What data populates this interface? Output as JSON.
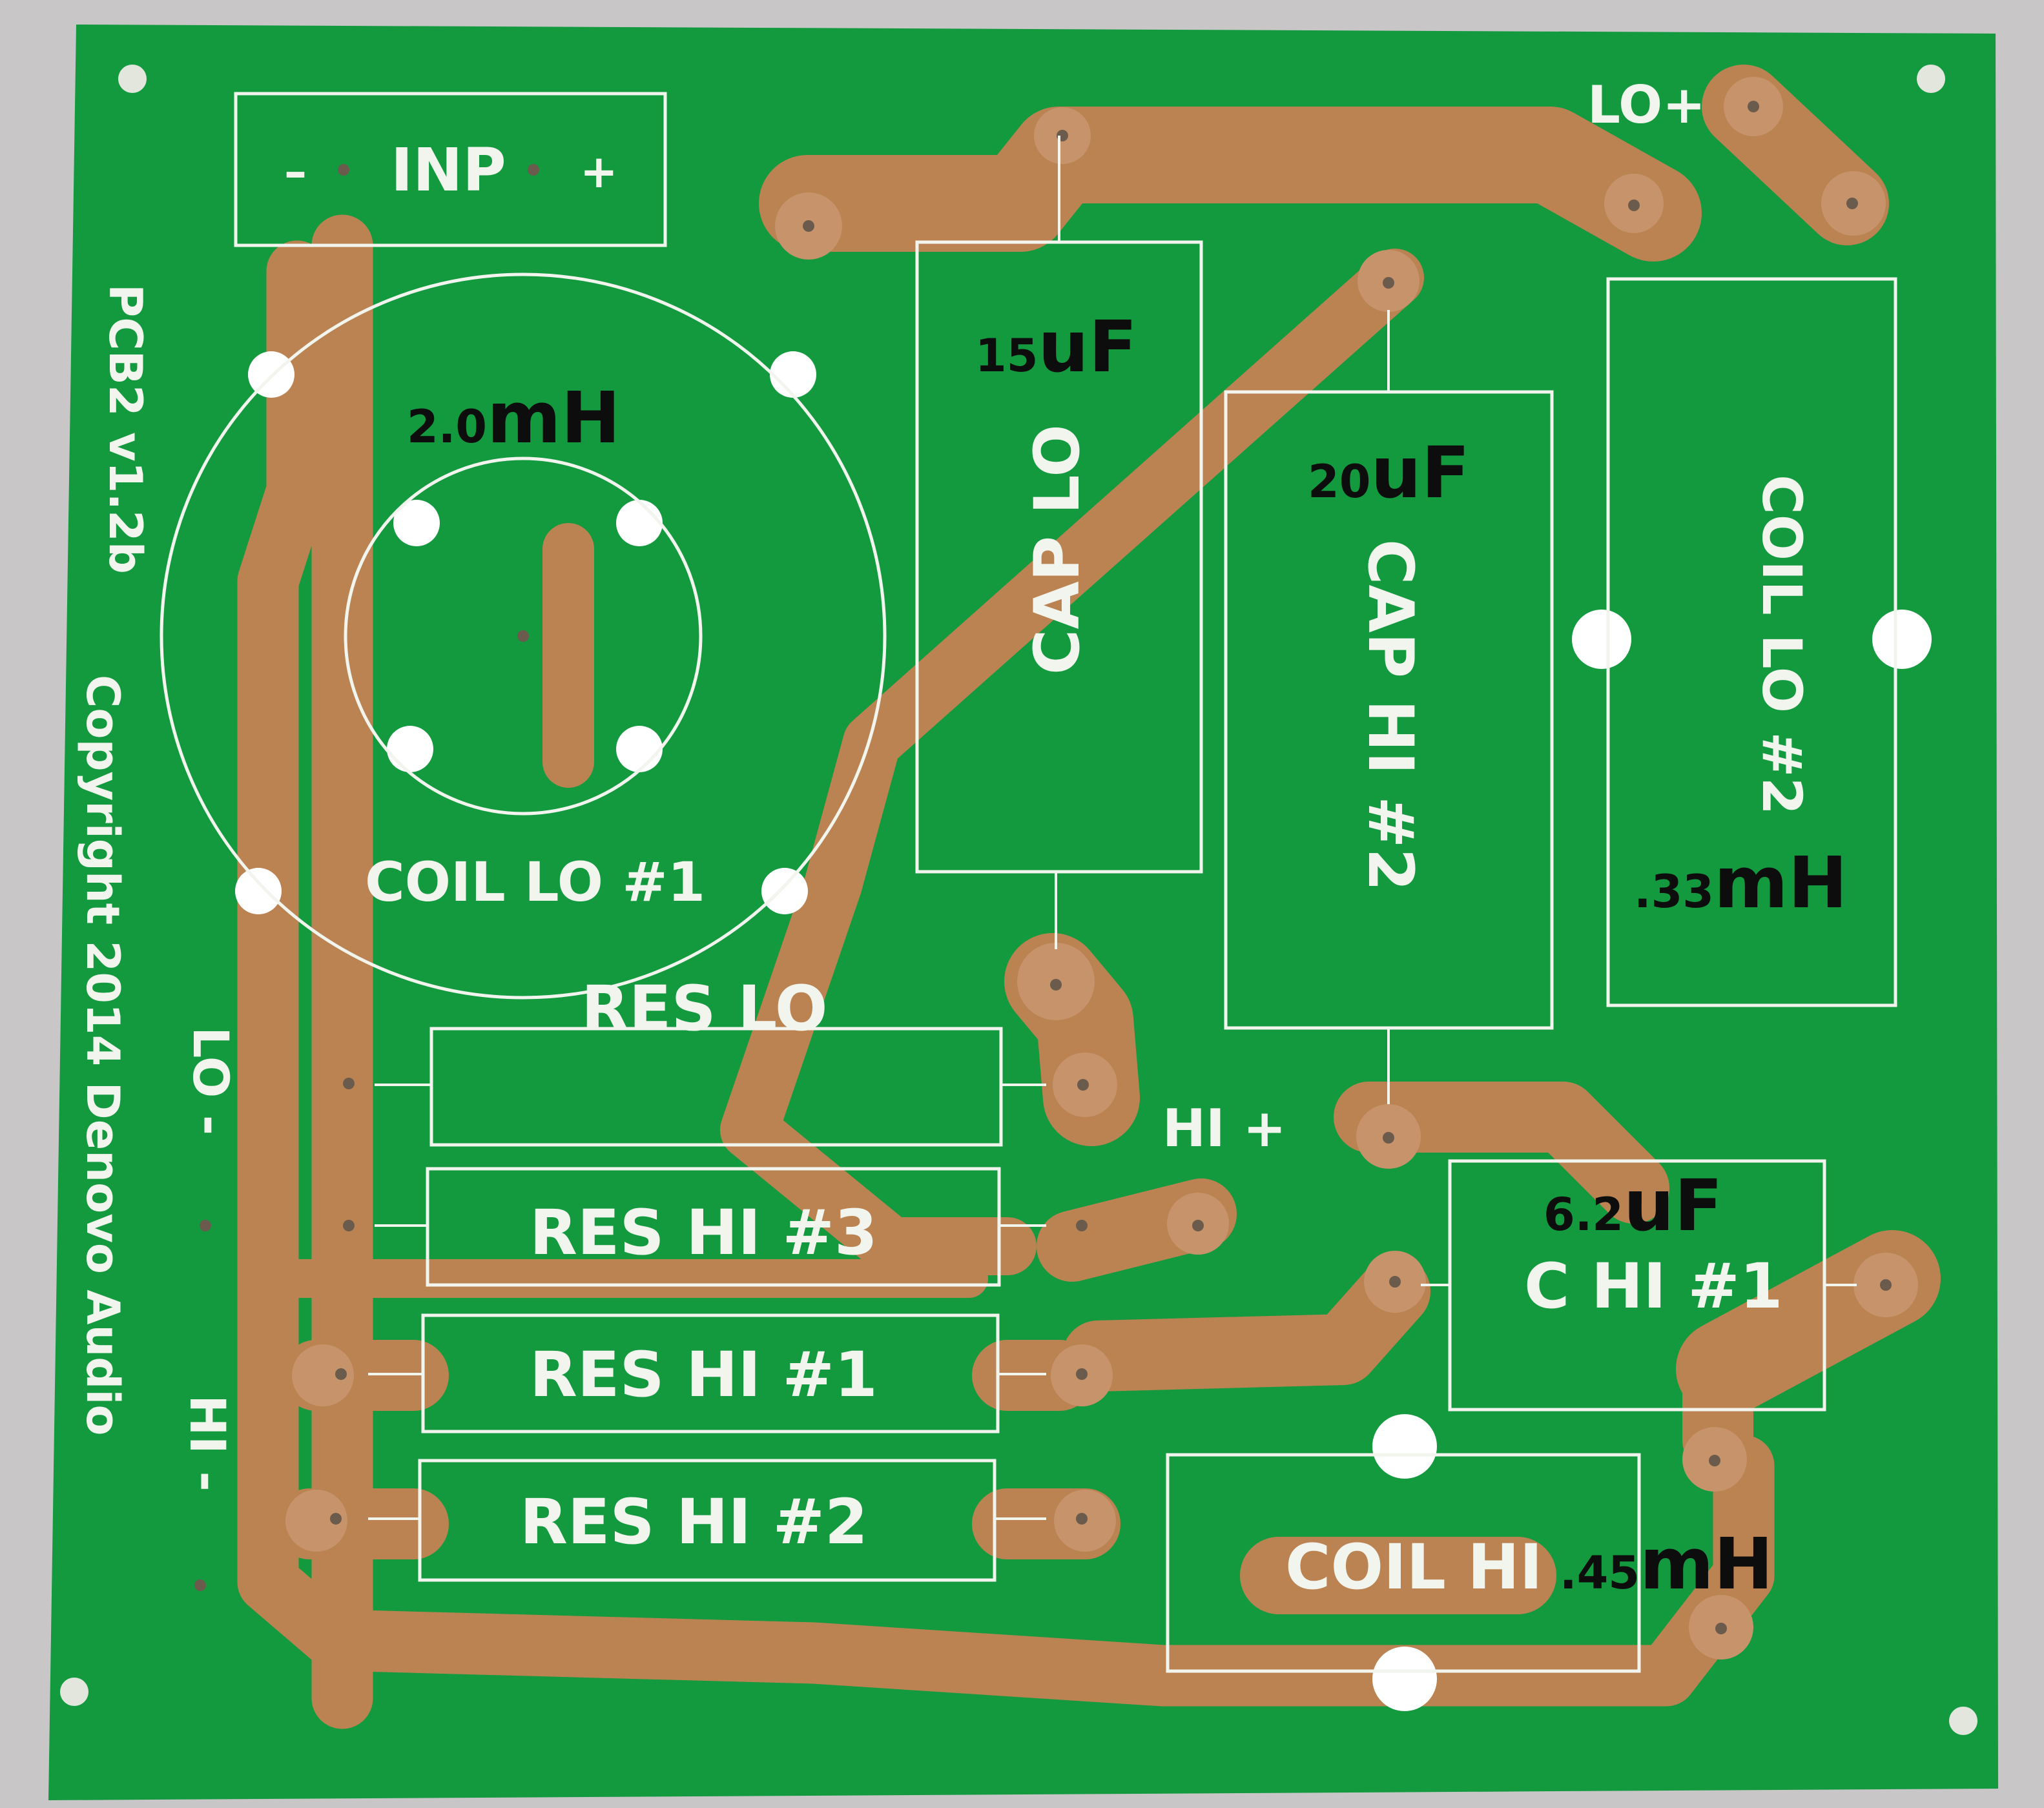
{
  "board": {
    "colors": {
      "solder_mask": "#139a3f",
      "copper": "#bb8351",
      "silkscreen": "#f2f4ee",
      "annotation": "#0d0d0d",
      "background": "#c9c6c8"
    },
    "version_label": "PCB2 v1.2b",
    "copyright_label": "Copyright 2014 Denovo Audio"
  },
  "silkscreen": {
    "inp_minus": "–",
    "inp_label": "INP",
    "inp_plus": "+",
    "lo_plus": "LO+",
    "hi_plus": "HI +",
    "lo_minus": "LO -",
    "hi_minus": "HI -",
    "coil_lo_1": "COIL LO #1",
    "cap_lo": "CAP LO",
    "cap_hi_2": "CAP HI #2",
    "coil_lo_2": "COIL LO #2",
    "res_lo": "RES  LO",
    "res_hi_3": "RES  HI #3",
    "res_hi_1": "RES  HI #1",
    "res_hi_2": "RES  HI #2",
    "c_hi_1": "C HI #1",
    "coil_hi": "COIL HI"
  },
  "annotations": {
    "coil_lo_1": {
      "num": "2.0",
      "unit": "mH"
    },
    "cap_lo": {
      "num": "15",
      "unit": "uF"
    },
    "cap_hi_2": {
      "num": "20",
      "unit": "uF"
    },
    "coil_lo_2": {
      "num": ".33",
      "unit": "mH"
    },
    "c_hi_1": {
      "num": "6.2",
      "unit": "uF"
    },
    "coil_hi": {
      "num": ".45",
      "unit": "mH"
    }
  }
}
